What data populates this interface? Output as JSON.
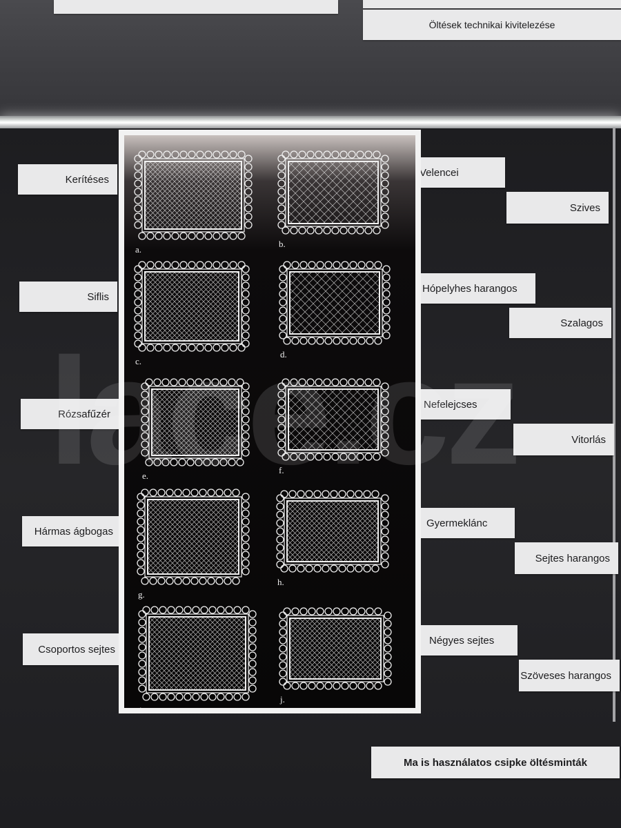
{
  "top_cards": {
    "technical_label": "Öltések technikai kivitelezése"
  },
  "left_labels": {
    "kerites": "Kerítéses",
    "siflis": "Siflis",
    "rozsafuzer": "Rózsafűzér",
    "harmas": "Hármas ágbogas",
    "csoportos": "Csoportos sejtes"
  },
  "right_labels": {
    "velencei": "Velencei",
    "szives": "Szives",
    "hopelyhes": "Hópelyhes harangos",
    "szalagos": "Szalagos",
    "nefelejcses": "Nefelejcses",
    "vitorlas": "Vitorlás",
    "gyermeklanc": "Gyermeklánc",
    "sejtes_harangos": "Sejtes harangos",
    "negyes": "Négyes sejtes",
    "szoveses": "Szöveses harangos"
  },
  "caption": "Ma is használatos csipke öltésminták",
  "plate_letters": [
    "a.",
    "b.",
    "c.",
    "d.",
    "e.",
    "f.",
    "g.",
    "h.",
    "i.",
    "j."
  ],
  "watermark": "lace.cz",
  "colors": {
    "card_bg": "#e9e9ea",
    "card_text": "#1d1d1f",
    "board_bg": "#1f1f22",
    "lace": "#f0f0f0"
  }
}
